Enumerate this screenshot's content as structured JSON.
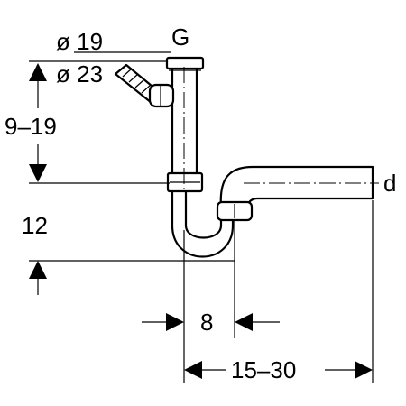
{
  "labels": {
    "inlet_diameters": [
      "ø 19",
      "ø 23"
    ],
    "thread": "G",
    "height_range": "9–19",
    "trap_depth": "12",
    "outlet": "d",
    "seal_offset": "8",
    "horizontal_range": "15–30"
  }
}
